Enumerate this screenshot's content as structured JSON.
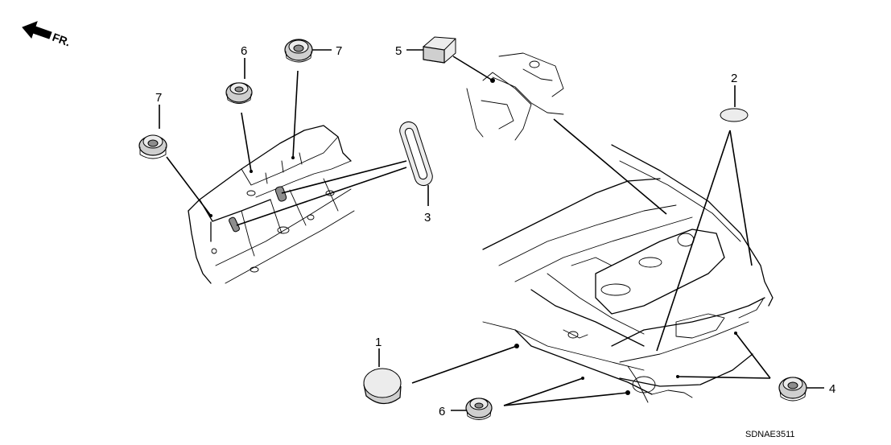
{
  "direction_label": "FR.",
  "diagram_code": "SDNAE3511",
  "callouts": {
    "c1": "1",
    "c2": "2",
    "c3": "3",
    "c4": "4",
    "c5": "5",
    "c6_top": "6",
    "c6_bottom": "6",
    "c7_left": "7",
    "c7_top": "7"
  }
}
